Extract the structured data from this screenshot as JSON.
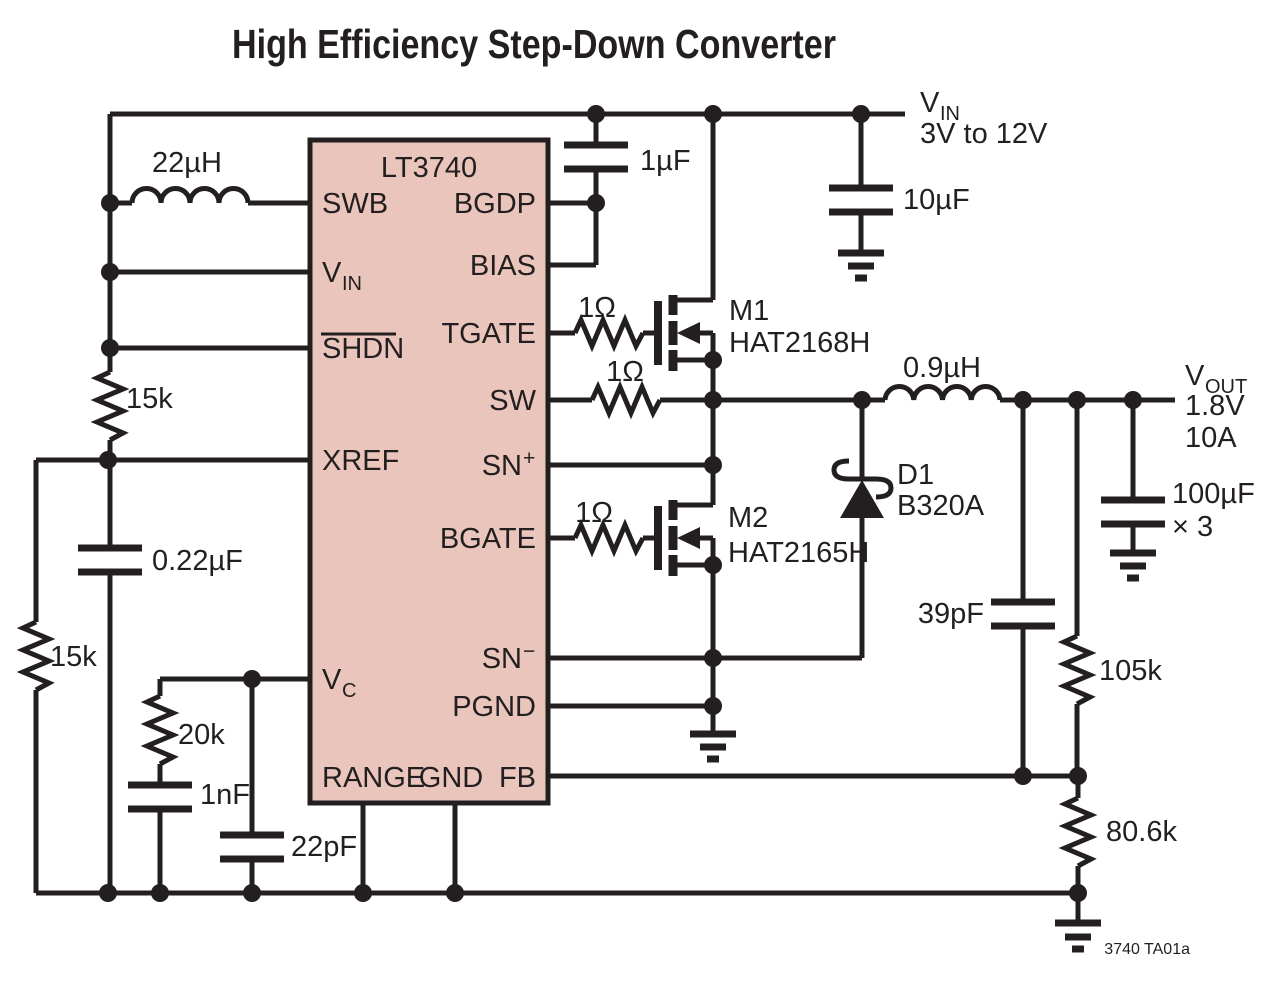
{
  "title": "High Efficiency Step-Down Converter",
  "caption": "3740 TA01a",
  "colors": {
    "ic_fill": "#e9c5bc",
    "line": "#231f20",
    "background": "#ffffff"
  },
  "ic": {
    "name": "LT3740",
    "pins": {
      "swb": "SWB",
      "vin_main": "V",
      "vin_sub": "IN",
      "shdn": "SHDN",
      "xref": "XREF",
      "vc_main": "V",
      "vc_sub": "C",
      "range": "RANGE",
      "gnd": "GND",
      "fb": "FB",
      "bgdp": "BGDP",
      "bias": "BIAS",
      "tgate": "TGATE",
      "sw": "SW",
      "snp_main": "SN",
      "snp_sup": "+",
      "bgate": "BGATE",
      "snm_main": "SN",
      "snm_sup": "−",
      "pgnd": "PGND"
    }
  },
  "components": {
    "l1": "22µH",
    "r_shdn": "15k",
    "c_xref": "0.22µF",
    "r_xref": "15k",
    "r_vc": "20k",
    "c_vc1": "1nF",
    "c_vc2": "22pF",
    "c_bias": "1µF",
    "c_in": "10µF",
    "r_tgate": "1Ω",
    "r_sw": "1Ω",
    "r_bgate": "1Ω",
    "m1_ref": "M1",
    "m1_part": "HAT2168H",
    "m2_ref": "M2",
    "m2_part": "HAT2165H",
    "d1_ref": "D1",
    "d1_part": "B320A",
    "l2": "0.9µH",
    "c_out_value": "100µF",
    "c_out_mult": "× 3",
    "c_ff": "39pF",
    "r_fb_top": "105k",
    "r_fb_bot": "80.6k"
  },
  "rails": {
    "vin_main": "V",
    "vin_sub": "IN",
    "vin_range": "3V to 12V",
    "vout_main": "V",
    "vout_sub": "OUT",
    "vout_voltage": "1.8V",
    "vout_current": "10A"
  }
}
